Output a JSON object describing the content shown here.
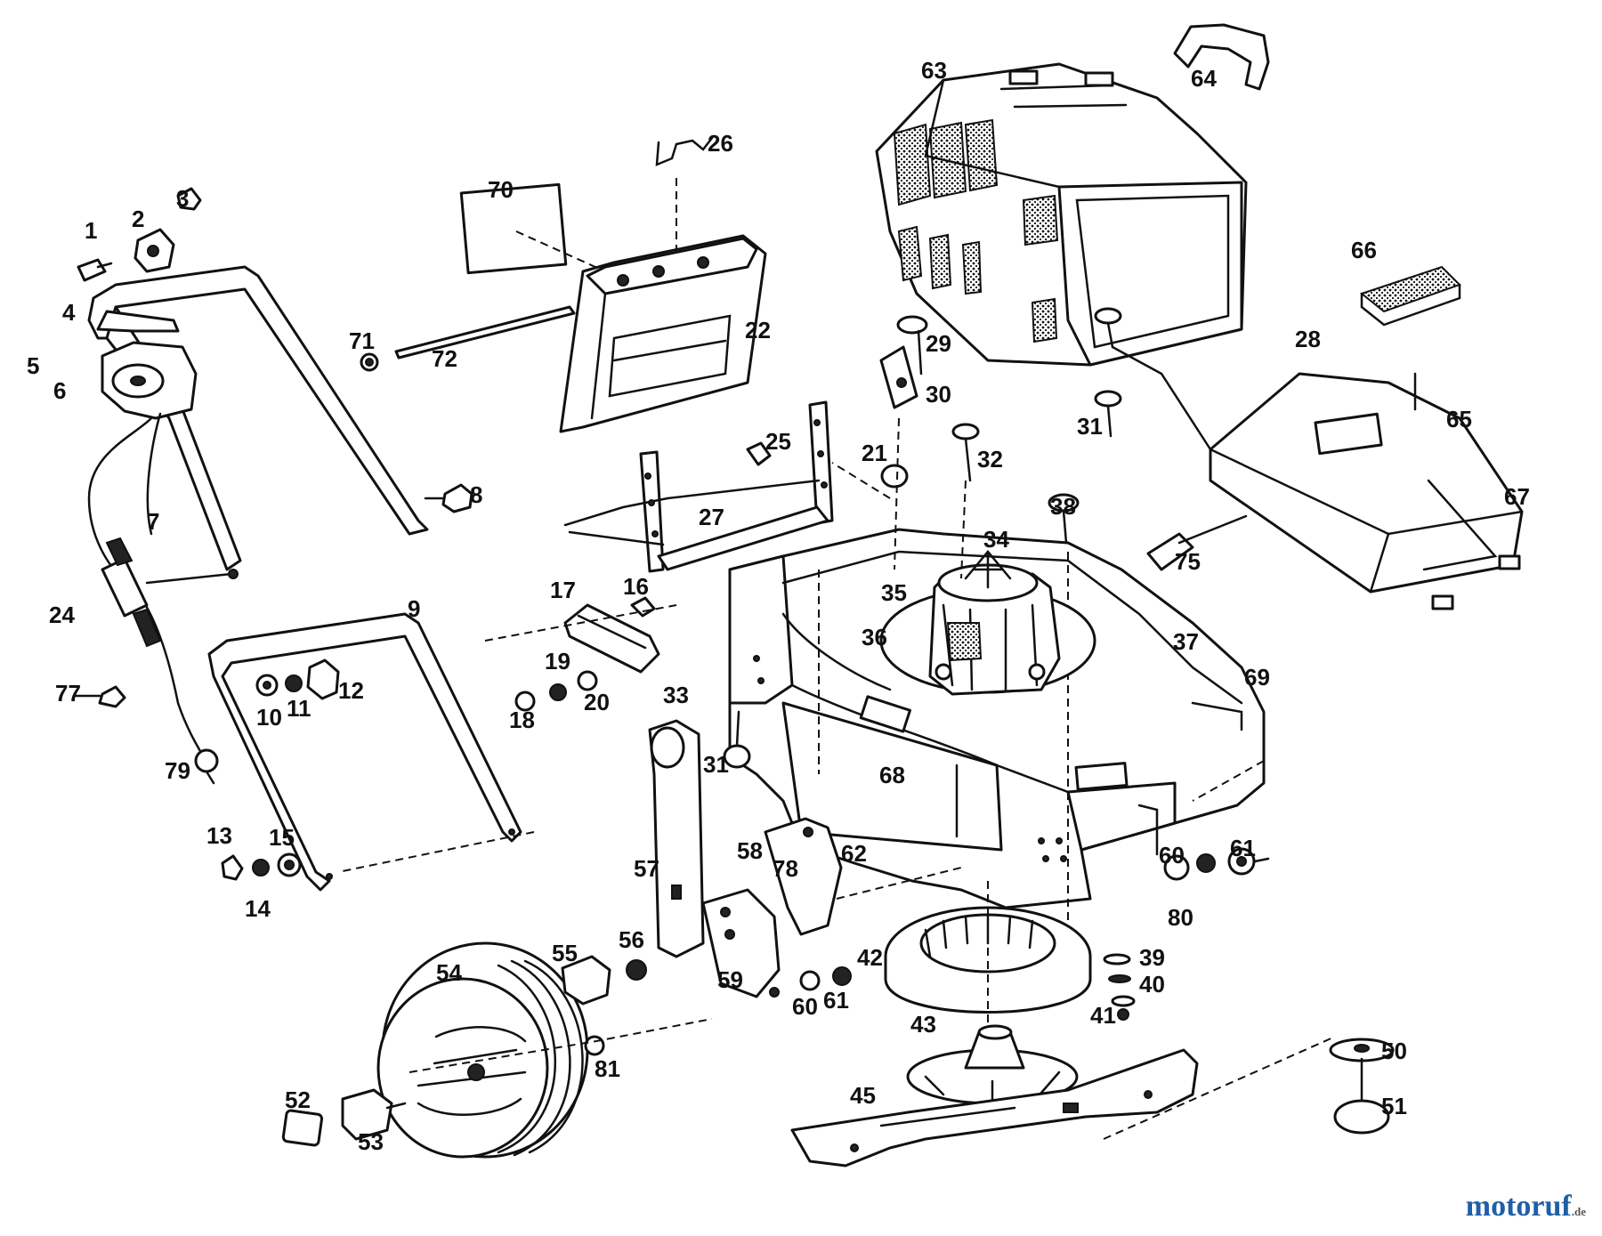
{
  "diagram": {
    "part_numbers": [
      "1",
      "2",
      "3",
      "4",
      "5",
      "6",
      "7",
      "8",
      "9",
      "10",
      "11",
      "12",
      "13",
      "14",
      "15",
      "16",
      "17",
      "18",
      "19",
      "20",
      "21",
      "22",
      "24",
      "25",
      "26",
      "27",
      "28",
      "29",
      "30",
      "31",
      "31",
      "32",
      "33",
      "34",
      "35",
      "36",
      "37",
      "38",
      "39",
      "40",
      "41",
      "42",
      "43",
      "45",
      "50",
      "51",
      "52",
      "53",
      "54",
      "55",
      "56",
      "57",
      "58",
      "59",
      "60",
      "60",
      "61",
      "61",
      "62",
      "63",
      "64",
      "65",
      "66",
      "67",
      "68",
      "69",
      "70",
      "71",
      "72",
      "75",
      "77",
      "78",
      "79",
      "80",
      "81"
    ]
  },
  "watermark": {
    "brand_part1": "motoruf",
    "brand_part2": "",
    "suffix": ".de",
    "color_primary": "#1f5fa8",
    "color_accent": "#e07a10"
  }
}
